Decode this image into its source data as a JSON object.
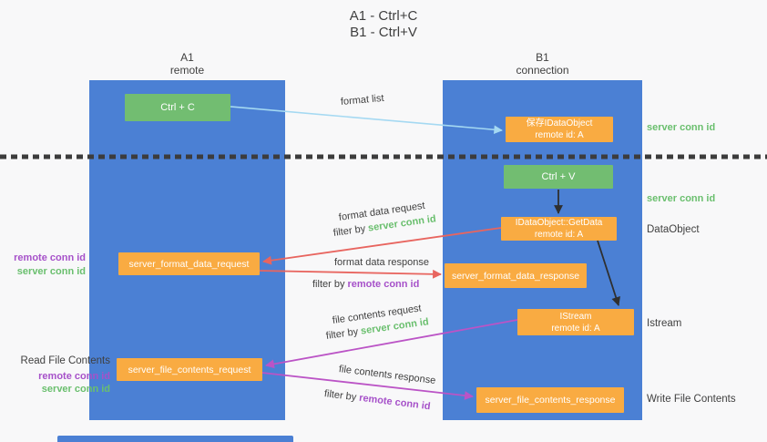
{
  "title": {
    "line1": "A1 - Ctrl+C",
    "line2": "B1 - Ctrl+V"
  },
  "columns": {
    "a": {
      "name": "A1",
      "role": "remote"
    },
    "b": {
      "name": "B1",
      "role": "connection"
    }
  },
  "boxes": {
    "ctrl_c": {
      "label": "Ctrl + C"
    },
    "save_idataobject": {
      "line1": "保存IDataObject",
      "line2": "remote id: A"
    },
    "ctrl_v": {
      "label": "Ctrl + V"
    },
    "getdata": {
      "line1": "IDataObject::GetData",
      "line2": "remote id: A"
    },
    "istream": {
      "line1": "IStream",
      "line2": "remote id: A"
    },
    "format_request": {
      "label": "server_format_data_request"
    },
    "format_response": {
      "label": "server_format_data_response"
    },
    "file_request": {
      "label": "server_file_contents_request"
    },
    "file_response": {
      "label": "server_file_contents_response"
    }
  },
  "flow_labels": {
    "format_list": "format list",
    "format_request": {
      "text": "format data request",
      "filter_prefix": "filter by",
      "filter_id": "server conn id"
    },
    "format_response": {
      "text": "format data response",
      "filter_prefix": "filter by",
      "filter_id": "remote conn id"
    },
    "file_request": {
      "text": "file contents request",
      "filter_prefix": "filter by",
      "filter_id": "server conn id"
    },
    "file_response": {
      "text": "file contents response",
      "filter_prefix": "filter by",
      "filter_id": "remote conn id"
    }
  },
  "side_labels": {
    "left_format": {
      "remote": "remote conn id",
      "server": "server conn id"
    },
    "left_file": {
      "title": "Read File Contents",
      "remote": "remote conn id",
      "server": "server conn id"
    },
    "right_server_1": "server conn id",
    "right_server_2": "server conn id",
    "right_dataobject": "DataObject",
    "right_istream": "Istream",
    "right_write": "Write File Contents"
  },
  "colors": {
    "column_blue": "#4b80d4",
    "box_green": "#72bd71",
    "box_orange": "#f9ab42",
    "arrow_blue": "#a5d9f2",
    "arrow_red": "#e8655f",
    "arrow_magenta": "#bb54c6",
    "arrow_black": "#2f2f2f",
    "text_green": "#6abf6e",
    "text_purple": "#a651c9",
    "text_dark": "#3f3f3f",
    "background": "#f8f8f9"
  }
}
